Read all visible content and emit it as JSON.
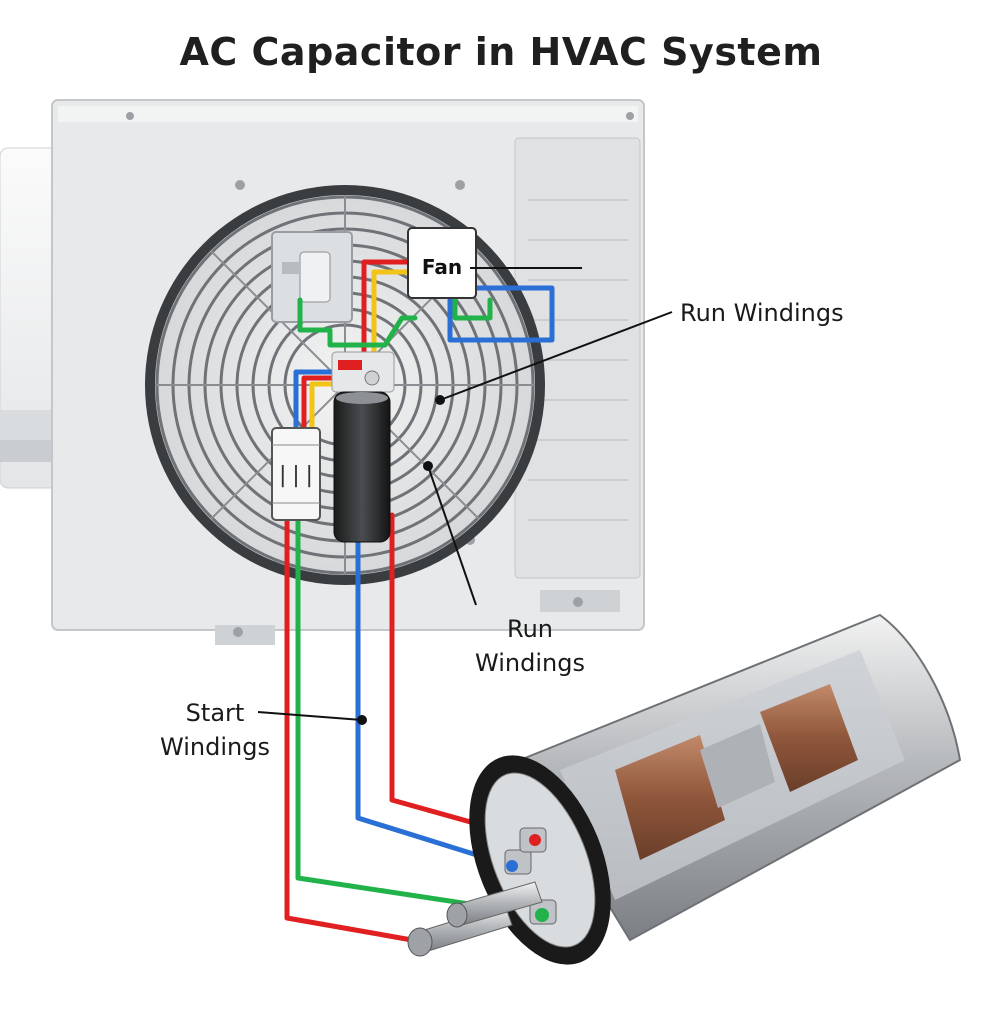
{
  "title": "AC Capacitor in HVAC System",
  "labels": {
    "fan": "Fan",
    "run_windings_top": "Run Windings",
    "run_windings_bottom_line1": "Run",
    "run_windings_bottom_line2": "Windings",
    "start_windings_line1": "Start",
    "start_windings_line2": "Windings",
    "relay_marking": "|||"
  },
  "colors": {
    "wire_red": "#e02020",
    "wire_blue": "#2a6fd6",
    "wire_green": "#21b34a",
    "wire_yellow": "#f2c417",
    "unit_body": "#e9eaea",
    "fan_guard": "#6f7378"
  }
}
